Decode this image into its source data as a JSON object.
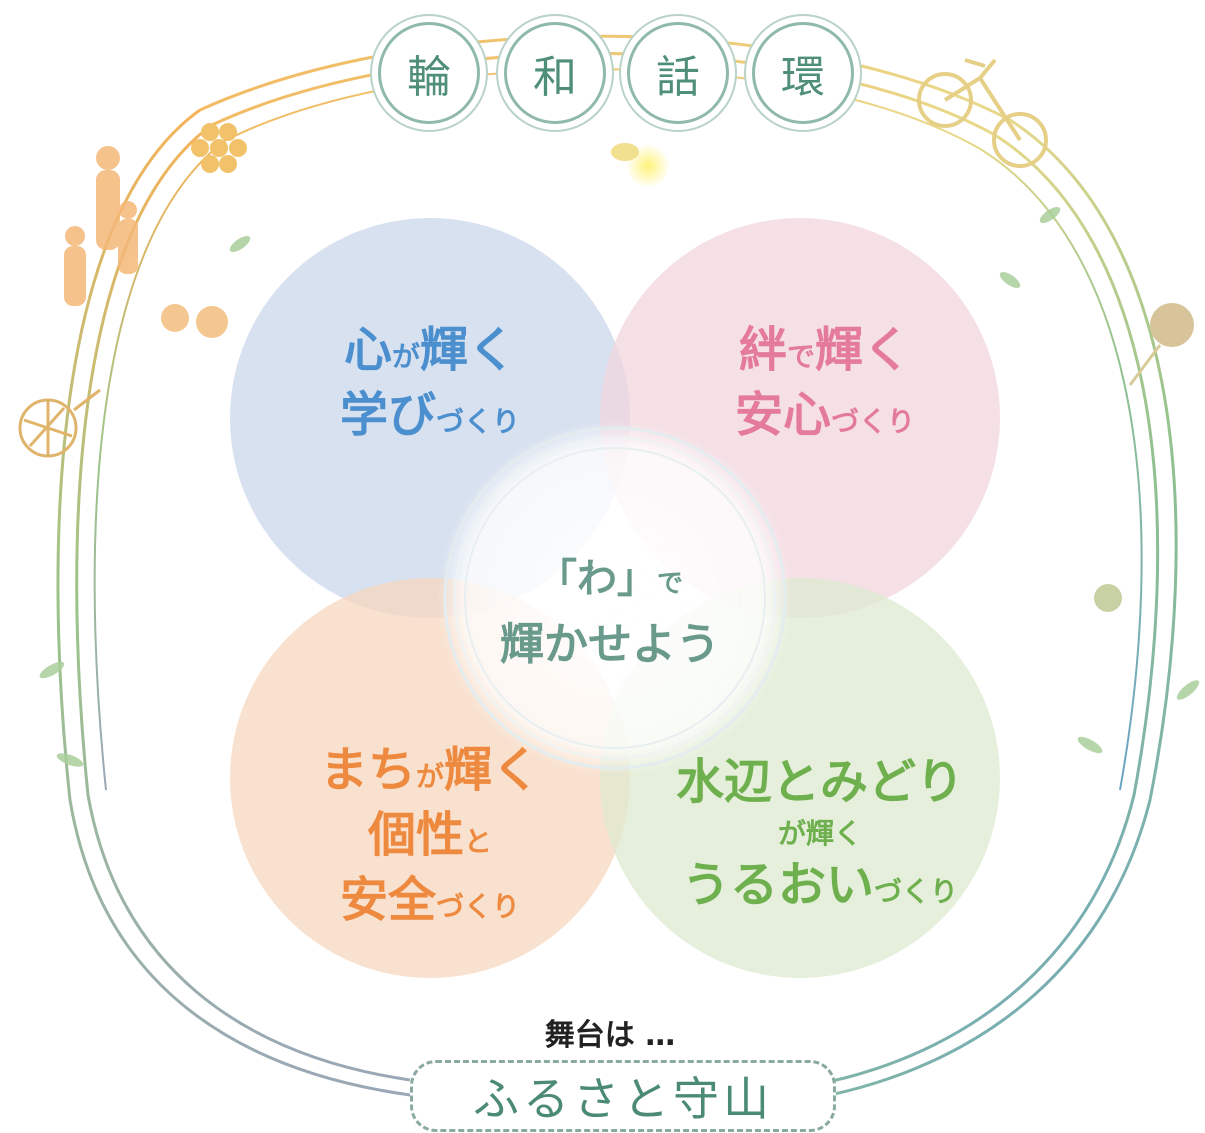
{
  "title_chars": [
    "輪",
    "和",
    "話",
    "環"
  ],
  "circles": {
    "blue": {
      "line1_big": "心",
      "line1_small": "が",
      "line1_big2": "輝く",
      "line2_big": "学び",
      "line2_small": "づくり",
      "color": "#4c8fce",
      "fill": "#c9d5ea"
    },
    "pink": {
      "line1_big": "絆",
      "line1_small": "で",
      "line1_big2": "輝く",
      "line2_big": "安心",
      "line2_small": "づくり",
      "color": "#e57b9a",
      "fill": "#f1d4dc"
    },
    "orange": {
      "line1_big": "まち",
      "line1_small": "が",
      "line1_big2": "輝く",
      "line2_big": "個性",
      "line2_small": "と",
      "line3_big": "安全",
      "line3_small": "づくり",
      "color": "#ee8a3f",
      "fill": "#f6d5bd"
    },
    "green": {
      "line1_big": "水辺とみどり",
      "line2_small": "が輝く",
      "line3_big": "うるおい",
      "line3_small": "づくり",
      "color": "#6fb04e",
      "fill": "#dde9cf"
    }
  },
  "center": {
    "line1_big": "「わ」",
    "line1_small": "で",
    "line2": "輝かせよう",
    "color": "#6a9a8c"
  },
  "footer": {
    "intro": "舞台は …",
    "place": "ふるさと守山"
  },
  "colors": {
    "ring_top": "#f2c85a",
    "ring_left": "#f0a85a",
    "ring_bottom": "#7fb0c8",
    "ring_green": "#8dbf86"
  }
}
